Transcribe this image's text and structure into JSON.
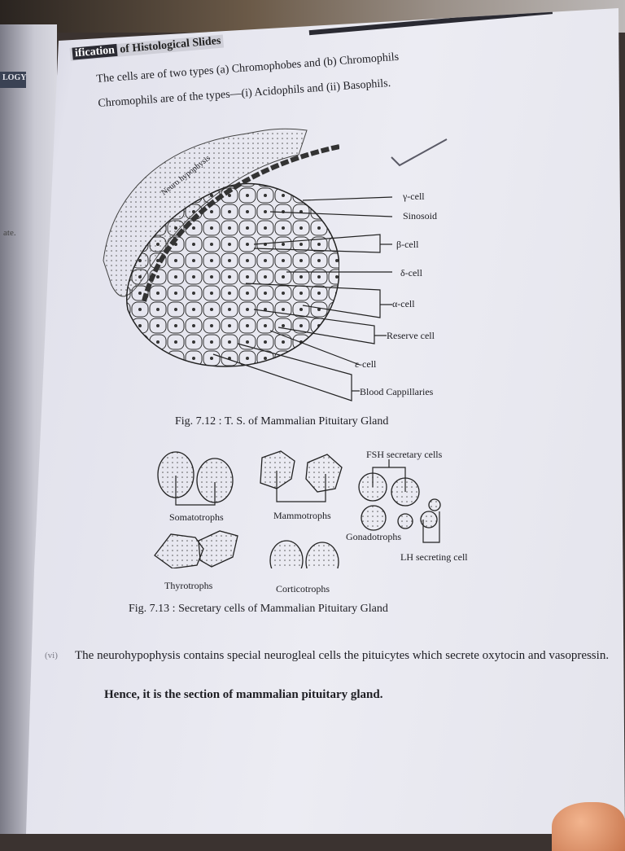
{
  "left_page": {
    "tab": "LOGY",
    "fragment": "ate."
  },
  "header": {
    "prefix": "ification",
    "title": "of Histological Slides"
  },
  "intro": {
    "line1": "The cells are of two types (a) Chromophobes and (b) Chromophils",
    "line2": "Chromophils are of the types—(i) Acidophils and (ii) Basophils."
  },
  "fig12": {
    "labels": {
      "neuro": "Neuro hypophysis",
      "gamma": "γ-cell",
      "sinusoid": "Sinosoid",
      "beta": "β-cell",
      "delta": "δ-cell",
      "alpha": "α-cell",
      "reserve": "Reserve cell",
      "epsilon": "ε-cell",
      "blood": "Blood Cappillaries"
    },
    "caption": "Fig. 7.12 : T. S. of Mammalian Pituitary Gland"
  },
  "fig13": {
    "labels": {
      "fsh": "FSH secretary cells",
      "somatotrophs": "Somatotrophs",
      "mammotrophs": "Mammotrophs",
      "gonadotrophs": "Gonadotrophs",
      "lh": "LH secreting cell",
      "thyrotrophs": "Thyrotrophs",
      "corticotrophs": "Corticotrophs"
    },
    "caption": "Fig. 7.13 : Secretary cells of Mammalian Pituitary Gland"
  },
  "body": {
    "item_no": "(vi)",
    "paragraph": "The neurohypophysis contains special neurogleal cells the pituicytes which secrete oxytocin and vasopressin.",
    "conclusion": "Hence, it is the section of mammalian pituitary gland."
  }
}
